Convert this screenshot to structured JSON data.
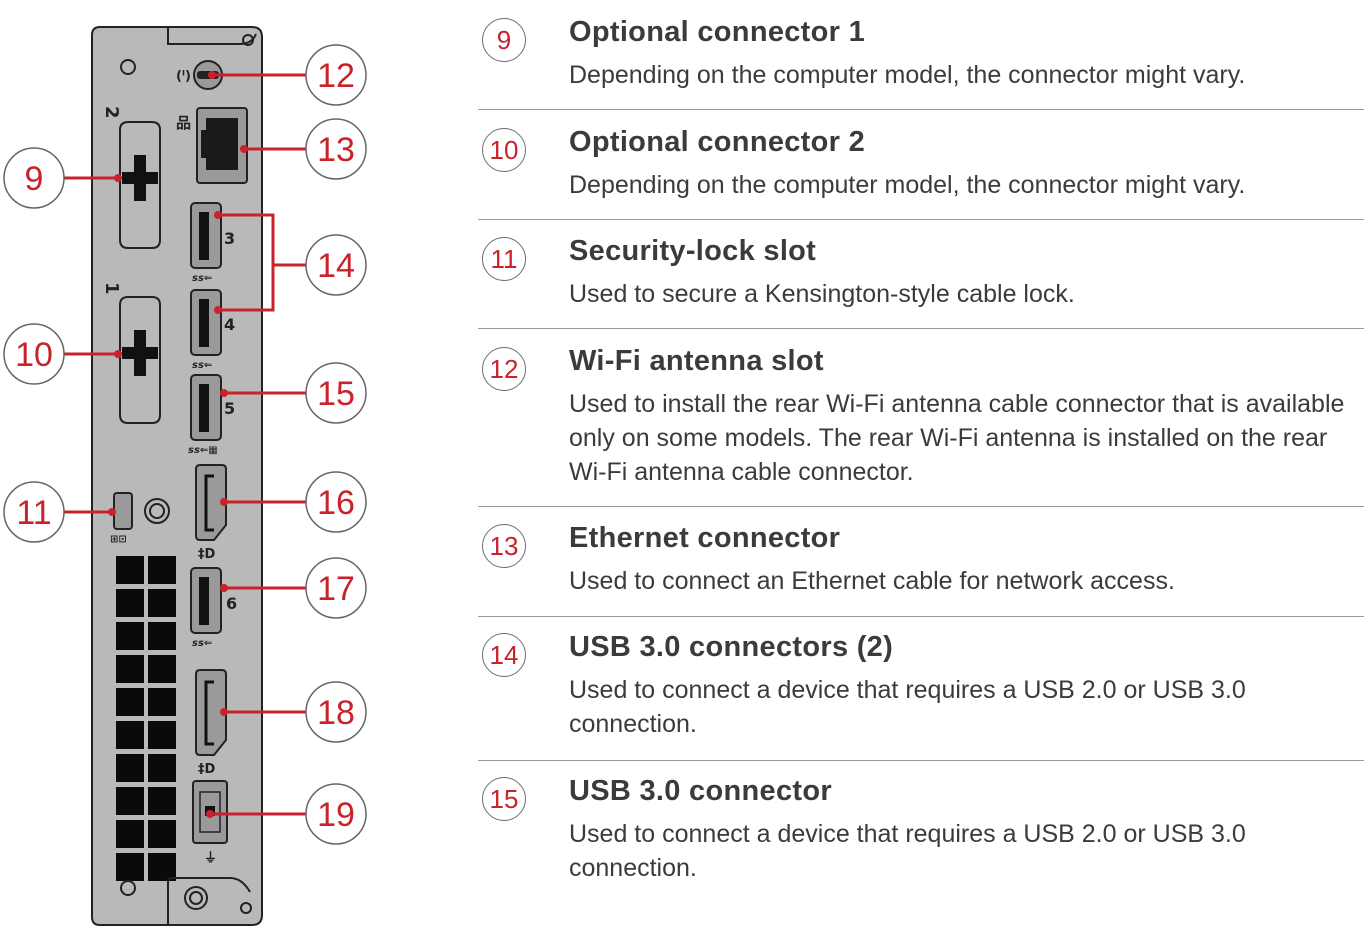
{
  "diagram": {
    "callouts": [
      "9",
      "10",
      "11",
      "12",
      "13",
      "14",
      "15",
      "16",
      "17",
      "18",
      "19"
    ],
    "port_labels": {
      "opt2": "2",
      "opt1": "1",
      "usb3": "3",
      "usb4": "4",
      "usb5": "5",
      "usb6": "6"
    },
    "colors": {
      "accent": "#c8232c",
      "chassis": "#b9b9b9",
      "outline": "#222222"
    }
  },
  "legend": [
    {
      "num": "9",
      "title": "Optional connector 1",
      "desc": "Depending on the computer model, the connector might vary."
    },
    {
      "num": "10",
      "title": "Optional connector 2",
      "desc": "Depending on the computer model, the connector might vary."
    },
    {
      "num": "11",
      "title": "Security-lock slot",
      "desc": "Used to secure a Kensington-style cable lock."
    },
    {
      "num": "12",
      "title": "Wi-Fi antenna slot",
      "desc": "Used to install the rear Wi-Fi antenna cable connector that is available only on some models. The rear Wi-Fi antenna is installed on the rear Wi-Fi antenna cable connector."
    },
    {
      "num": "13",
      "title": "Ethernet connector",
      "desc": "Used to connect an Ethernet cable for network access."
    },
    {
      "num": "14",
      "title": "USB 3.0 connectors (2)",
      "desc": "Used to connect a device that requires a USB 2.0 or USB 3.0 connection."
    },
    {
      "num": "15",
      "title": "USB 3.0 connector",
      "desc": "Used to connect a device that requires a USB 2.0 or USB 3.0 connection."
    }
  ]
}
